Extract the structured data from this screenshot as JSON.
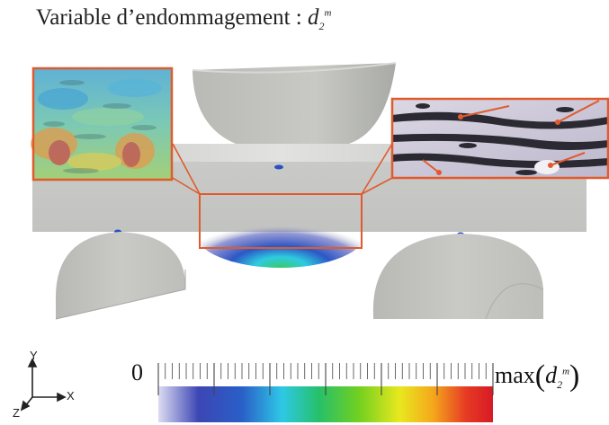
{
  "title": {
    "prefix": "Variable d’endommagement : ",
    "symbol": "d",
    "subscript": "2",
    "superscript": "m"
  },
  "colorbar": {
    "min_label": "0",
    "max_func": "max",
    "max_symbol": "d",
    "max_subscript": "2",
    "max_superscript": "m",
    "stops": [
      "#dcdcf2",
      "#3c46b4",
      "#2a5fc8",
      "#2ec8e6",
      "#26c06a",
      "#72d020",
      "#e8e81e",
      "#f5a81c",
      "#e63a24",
      "#d71a26"
    ]
  },
  "axes": {
    "y": "Y",
    "x": "X",
    "z": "Z"
  },
  "colors": {
    "callout_border": "#e15a2d",
    "specimen": "#cbccc9",
    "support": "#bfc0bc"
  }
}
